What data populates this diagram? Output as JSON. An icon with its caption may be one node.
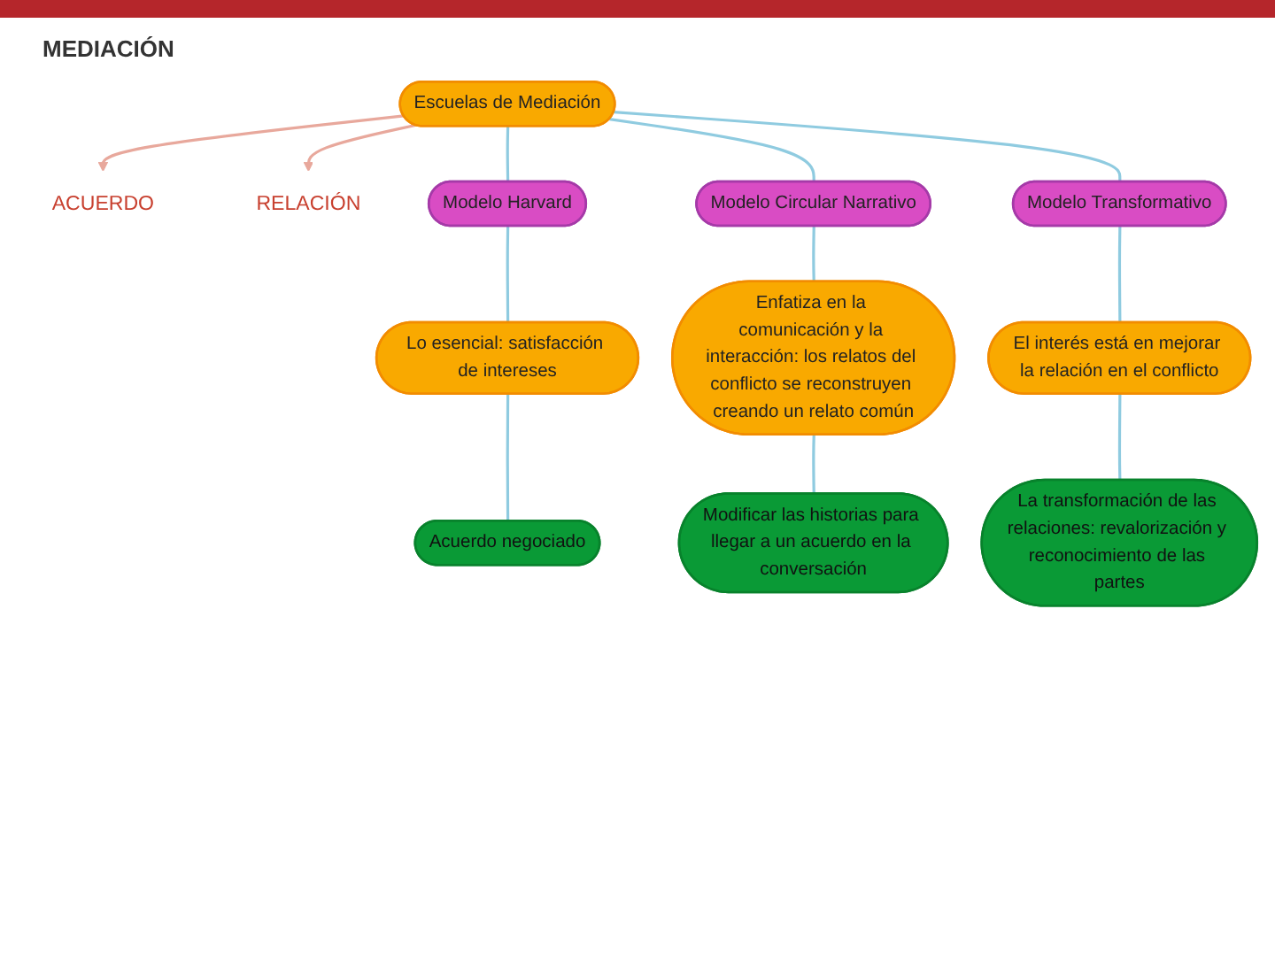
{
  "diagram": {
    "title": "MEDIACIÓN",
    "nodes": [
      {
        "text": [
          "ACUERDO"
        ]
      },
      {
        "text": [
          "Escuelas de Mediación"
        ]
      },
      {
        "text": [
          "RELACIÓN"
        ]
      },
      {
        "text": [
          "Modelo Harvard"
        ]
      },
      {
        "text": [
          "Modelo Circular Narrativo"
        ]
      },
      {
        "text": [
          "Modelo Transformativo"
        ]
      },
      {
        "text": [
          "Lo esencial: satisfacción de intereses"
        ]
      },
      {
        "text": [
          "Enfatiza en la comunicación y la interacción: los relatos del conflicto se reconstruyen creando un relato común"
        ]
      },
      {
        "text": [
          "El interés está en mejorar la relación en el conflicto"
        ]
      },
      {
        "text": [
          "Acuerdo negociado"
        ]
      },
      {
        "text": [
          "Modificar las historias para llegar a un acuerdo en la conversación"
        ]
      },
      {
        "text": [
          "La transformación de las relaciones: revalorización y reconocimiento de las partes"
        ]
      }
    ],
    "edges": [
      {
        "from": 1,
        "to": 0,
        "arrow": "to",
        "color": "#e8a89c"
      },
      {
        "from": 1,
        "to": 2,
        "arrow": "to",
        "color": "#e8a89c"
      },
      {
        "from": 1,
        "to": 3,
        "arrow": "none"
      },
      {
        "from": 1,
        "to": 4,
        "arrow": "none"
      },
      {
        "from": 1,
        "to": 5,
        "arrow": "none"
      },
      {
        "from": 3,
        "to": 6,
        "arrow": "none"
      },
      {
        "from": 4,
        "to": 7,
        "arrow": "none"
      },
      {
        "from": 5,
        "to": 8,
        "arrow": "none"
      },
      {
        "from": 6,
        "to": 9,
        "arrow": "none"
      },
      {
        "from": 7,
        "to": 10,
        "arrow": "none"
      },
      {
        "from": 8,
        "to": 11,
        "arrow": "none"
      }
    ]
  }
}
